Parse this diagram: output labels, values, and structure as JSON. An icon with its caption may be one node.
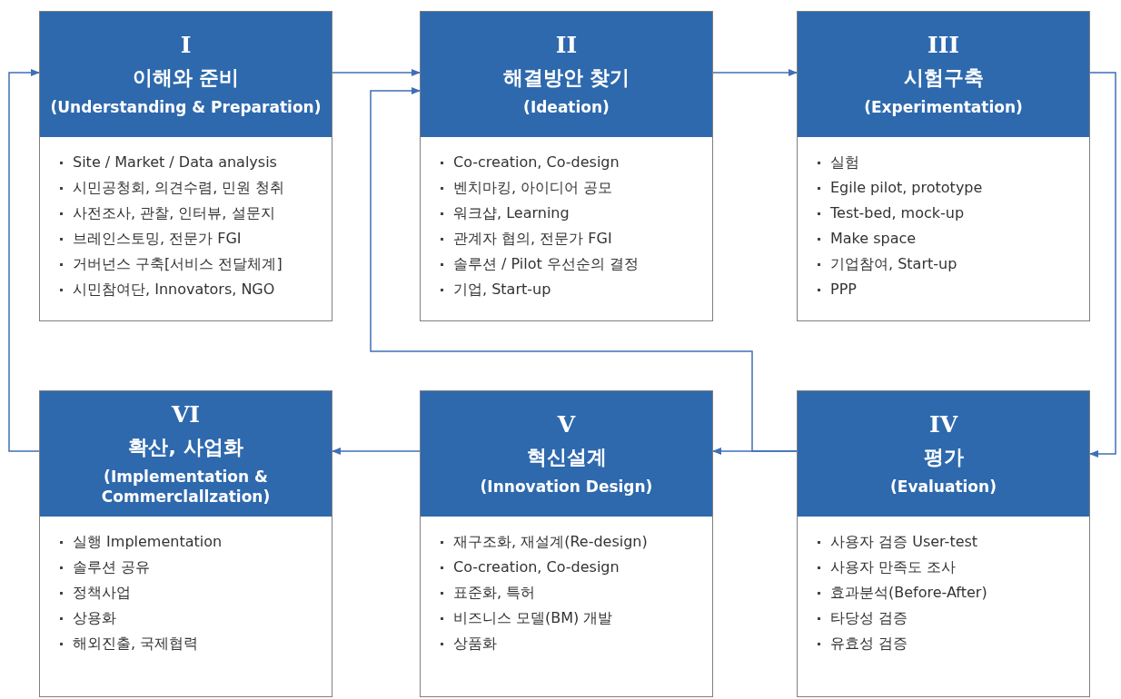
{
  "diagram": {
    "nodes": [
      {
        "text": [
          "I",
          "이해와 준비",
          "(Understanding & Preparation)",
          "Site / Market / Data analysis",
          "시민공청회, 의견수렴, 민원 청취",
          "사전조사, 관찰, 인터뷰, 설문지",
          "브레인스토밍, 전문가 FGI",
          "거버넌스 구축[서비스 전달체계]",
          "시민참여단, Innovators, NGO"
        ]
      },
      {
        "text": [
          "II",
          "해결방안 찾기",
          "(Ideation)",
          "Co-creation, Co-design",
          "벤치마킹, 아이디어 공모",
          "워크샵, Learning",
          "관계자 협의, 전문가 FGI",
          "솔루션 / Pilot 우선순의 결정",
          "기업, Start-up"
        ]
      },
      {
        "text": [
          "III",
          "시험구축",
          "(Experimentation)",
          "실험",
          "Egile pilot, prototype",
          "Test-bed, mock-up",
          "Make space",
          "기업참여, Start-up",
          "PPP"
        ]
      },
      {
        "text": [
          "VI",
          "확산, 사업화",
          "(Implementation & Commerclallzation)",
          "실행 Implementation",
          "솔루션 공유",
          "정책사업",
          "상용화",
          "해외진출, 국제협력"
        ]
      },
      {
        "text": [
          "V",
          "혁신설계",
          "(Innovation Design)",
          "재구조화, 재설계(Re-design)",
          "Co-creation, Co-design",
          "표준화, 특허",
          "비즈니스 모델(BM) 개발",
          "상품화"
        ]
      },
      {
        "text": [
          "IV",
          "평가",
          "(Evaluation)",
          "사용자 검증 User-test",
          "사용자 만족도 조사",
          "효과분석(Before-After)",
          "타당성 검증",
          "유효성 검증"
        ]
      }
    ],
    "edges": [
      {
        "from": 0,
        "to": 1,
        "arrow": "to"
      },
      {
        "from": 1,
        "to": 2,
        "arrow": "to"
      },
      {
        "from": 2,
        "to": 5,
        "arrow": "to"
      },
      {
        "from": 5,
        "to": 4,
        "arrow": "to"
      },
      {
        "from": 5,
        "to": 1,
        "arrow": "to"
      },
      {
        "from": 4,
        "to": 3,
        "arrow": "to"
      },
      {
        "from": 3,
        "to": 0,
        "arrow": "to"
      }
    ]
  }
}
